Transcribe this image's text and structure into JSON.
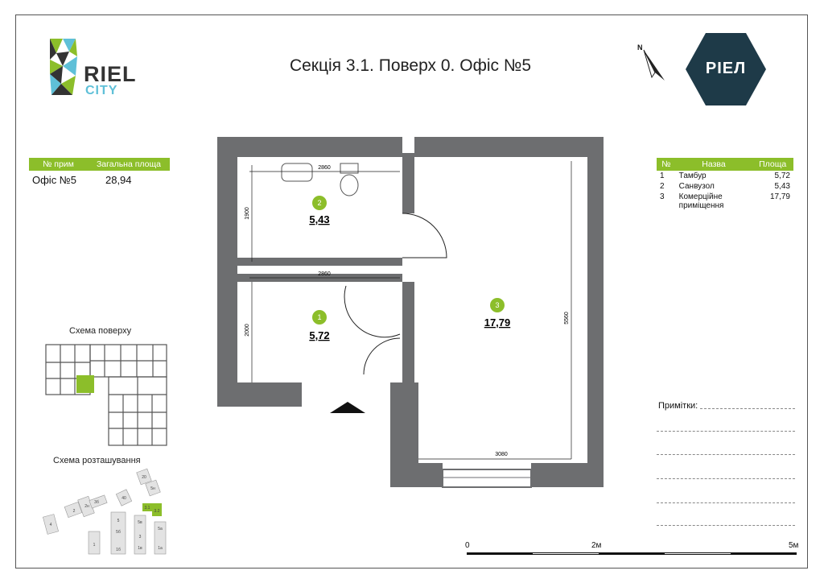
{
  "title": "Секція 3.1. Поверх 0. Офіс №5",
  "logo": {
    "word1": "RIEL",
    "word2": "CITY"
  },
  "brand": {
    "text": "РІЕЛ"
  },
  "north": {
    "label": "N"
  },
  "summary": {
    "headers": [
      "№ прим",
      "Загальна площа"
    ],
    "row": {
      "name": "Офіс №5",
      "area": "28,94"
    }
  },
  "rooms_table": {
    "headers": [
      "№",
      "Назва",
      "Площа"
    ],
    "rows": [
      {
        "num": "1",
        "name": "Тамбур",
        "area": "5,72"
      },
      {
        "num": "2",
        "name": "Санвузол",
        "area": "5,43"
      },
      {
        "num": "3",
        "name": "Комерційне приміщення",
        "area": "17,79"
      }
    ]
  },
  "plan": {
    "rooms": [
      {
        "num": "1",
        "area": "5,72"
      },
      {
        "num": "2",
        "area": "5,43"
      },
      {
        "num": "3",
        "area": "17,79"
      }
    ],
    "dims": {
      "d2860_top": "2860",
      "d2860_mid": "2860",
      "d1900": "1900",
      "d2000": "2000",
      "d5560": "5560",
      "d3080": "3080"
    }
  },
  "floor_scheme": {
    "caption": "Схема поверху"
  },
  "site_scheme": {
    "caption": "Схема розташування",
    "labels": [
      "4",
      "2",
      "2н",
      "3б",
      "40",
      "20",
      "3.1",
      "3.2",
      "5",
      "5б",
      "5в",
      "5а",
      "1",
      "1б",
      "1в",
      "1а",
      "3",
      "5н"
    ]
  },
  "notes": {
    "label": "Примітки:"
  },
  "scale": {
    "labels": [
      "0",
      "2м",
      "5м"
    ]
  },
  "colors": {
    "accent": "#8cbe2a",
    "wall": "#6d6e70",
    "brand": "#1e3a48"
  }
}
